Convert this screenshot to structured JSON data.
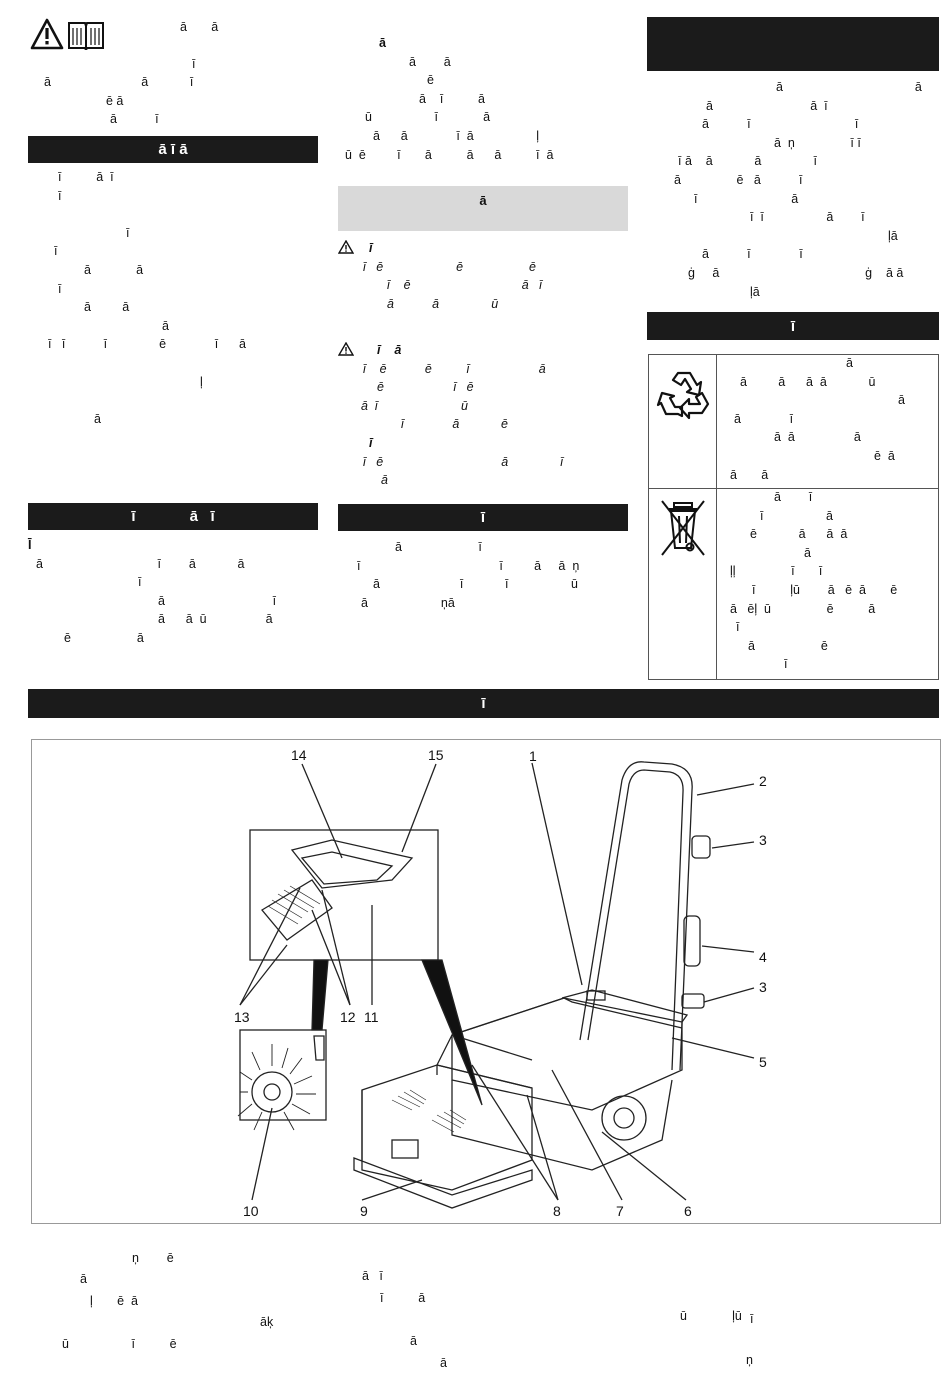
{
  "col1": {
    "intro_lines": [
      "ā       ā",
      "ī",
      "ā                          ā            ī",
      "ē ā",
      "ā           ī"
    ],
    "bar1": "ā ī ā",
    "lines_a": [
      "ī          ā  ī",
      "ī",
      "",
      "",
      "ī",
      "ī",
      "ā             ā",
      "ī",
      "ā         ā",
      "ā",
      "ī   ī           ī               ē              ī      ā",
      "",
      "ļ",
      "",
      "ā"
    ],
    "bar2": "ī             ā   ī",
    "lines_b": [
      "Ī",
      "ā                                 ī        ā            ā",
      "ī",
      "ā                               ī",
      "ā      ā  ū                 ā",
      "ē                   ā"
    ]
  },
  "col2": {
    "lines_a": [
      "ā",
      "ā        ā",
      "ē",
      "ā    ī          ā",
      "ū                  ī             ā",
      "ā      ā              ī  ā                  ļ",
      "ū  ē         ī       ā          ā      ā          ī  ā"
    ],
    "greybar": "ā",
    "warn1_title": "ī",
    "warn1_lines": [
      "ī   ē                     ē                   ē",
      "ī    ē                                ā   ī",
      "ā           ā               ū"
    ],
    "warn2_title": "ī    ā",
    "warn2_lines": [
      "ī    ē           ē          ī                    ā",
      "ē                    ī   ē",
      "ā  ī                        ū",
      "ī              ā            ē"
    ],
    "sub_title": "ī",
    "sub_lines": [
      "ī   ē                                  ā               ī",
      "ā"
    ],
    "bar": "ī",
    "lines_b": [
      "ā                      ī",
      "ī                                        ī         ā     ā  ņ",
      "ā                       ī            ī                  ū",
      "ā                     ņā"
    ]
  },
  "col3": {
    "lines_a": [
      "ā                                      ā",
      "ā                            ā  ī",
      "ā           ī                              ī",
      "ā  ņ                ī ī",
      "ī ā    ā            ā               ī",
      "ā                ē   ā           ī",
      "ī                           ā",
      "ī  ī                  ā        ī",
      "ļā",
      "ā           ī              ī",
      "ġ     ā                                          ġ    ā ā",
      "ļā"
    ],
    "bar": "ī",
    "box1_lines": [
      "ā",
      "ā         ā      ā  ā            ū",
      "ā",
      "ā              ī",
      "ā  ā                 ā",
      "ē  ā",
      "ā       ā"
    ],
    "box2_lines": [
      "ā        ī",
      "ī                  ā",
      "ē            ā      ā  ā",
      "ā",
      "ļļ                ī       ī",
      "ī          ļū        ā   ē  ā       ē",
      "ā   ēļ  ū                ē          ā",
      "ī",
      "ā                   ē",
      "ī"
    ]
  },
  "wide_bar": "ī",
  "callouts": [
    "1",
    "2",
    "3",
    "4",
    "3",
    "5",
    "6",
    "7",
    "8",
    "9",
    "10",
    "13",
    "12",
    "11",
    "14",
    "15"
  ],
  "bottom_lines": [
    [
      "ņ        ē",
      "ā   ī"
    ],
    [
      "ā",
      "ī          ā",
      "ū             ļū"
    ],
    [
      "ļ       ē  ā",
      "ī"
    ],
    [
      "āķ",
      "ā",
      "ņ"
    ],
    [
      "ū                  ī          ē",
      "ā"
    ]
  ],
  "icons": [
    "warning-triangle-icon",
    "manual-book-icon",
    "recycle-icon",
    "crossed-bin-icon"
  ]
}
